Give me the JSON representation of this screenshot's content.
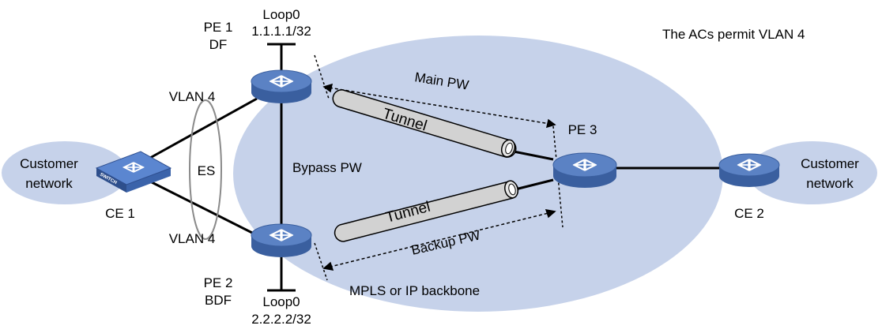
{
  "note": "The ACs permit VLAN 4",
  "backbone_label": "MPLS or IP backbone",
  "colors": {
    "cloud": "#c6d2ea",
    "router_top": "#5b82c4",
    "router_side": "#3a5f9f",
    "switch_top": "#5b86d0",
    "tunnel": "#d2d2d2",
    "line": "#000000"
  },
  "devices": {
    "pe1": {
      "name": "PE 1",
      "role": "DF",
      "loopback": "Loop0",
      "address": "1.1.1.1/32"
    },
    "pe2": {
      "name": "PE 2",
      "role": "BDF",
      "loopback": "Loop0",
      "address": "2.2.2.2/32"
    },
    "pe3": {
      "name": "PE 3"
    },
    "ce1": {
      "name": "CE 1",
      "badge": "SWITCH"
    },
    "ce2": {
      "name": "CE 2"
    }
  },
  "sites": {
    "left": {
      "line1": "Customer",
      "line2": "network"
    },
    "right": {
      "line1": "Customer",
      "line2": "network"
    }
  },
  "links": {
    "vlan_upper": "VLAN 4",
    "vlan_lower": "VLAN 4",
    "es": "ES",
    "bypass_pw": "Bypass PW",
    "main_pw": "Main PW",
    "backup_pw": "Backup PW",
    "tunnel_upper": "Tunnel",
    "tunnel_lower": "Tunnel"
  }
}
